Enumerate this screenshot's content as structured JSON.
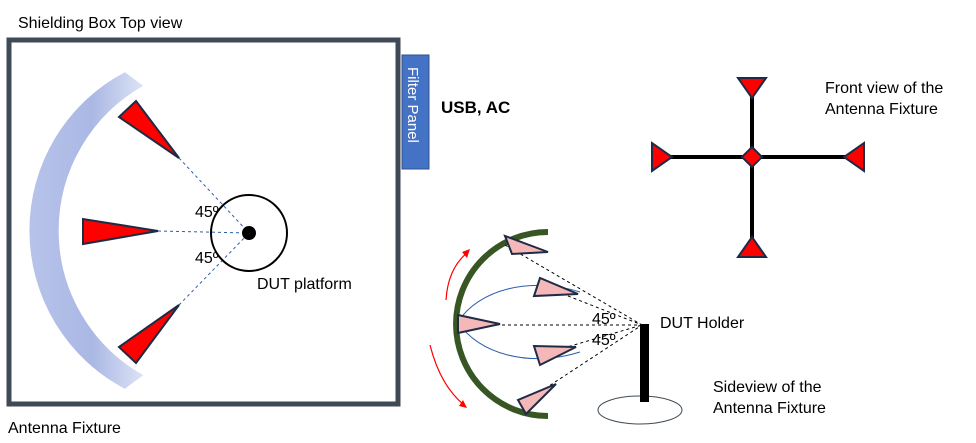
{
  "top_view": {
    "title": "Shielding Box Top view",
    "filter_panel_label": "Filter Panel",
    "ports_label": "USB, AC",
    "angle_upper": "45º",
    "angle_lower": "45º",
    "dut_platform_label": "DUT platform",
    "antenna_fixture_label": "Antenna Fixture"
  },
  "front_view": {
    "caption_line1": "Front view of the",
    "caption_line2": "Antenna Fixture"
  },
  "side_view": {
    "angle_upper": "45º",
    "angle_lower": "45º",
    "dut_holder_label": "DUT Holder",
    "caption_line1": "Sideview of the",
    "caption_line2": "Antenna Fixture"
  },
  "colors": {
    "box_border": "#3f4a56",
    "filter_panel": "#4472c4",
    "arc_fill": "#aab8e4",
    "antenna_red": "#ff0000",
    "side_arc": "#375623",
    "antenna_pink": "#f4b8b8",
    "guide_blue": "#2f5fa8"
  }
}
